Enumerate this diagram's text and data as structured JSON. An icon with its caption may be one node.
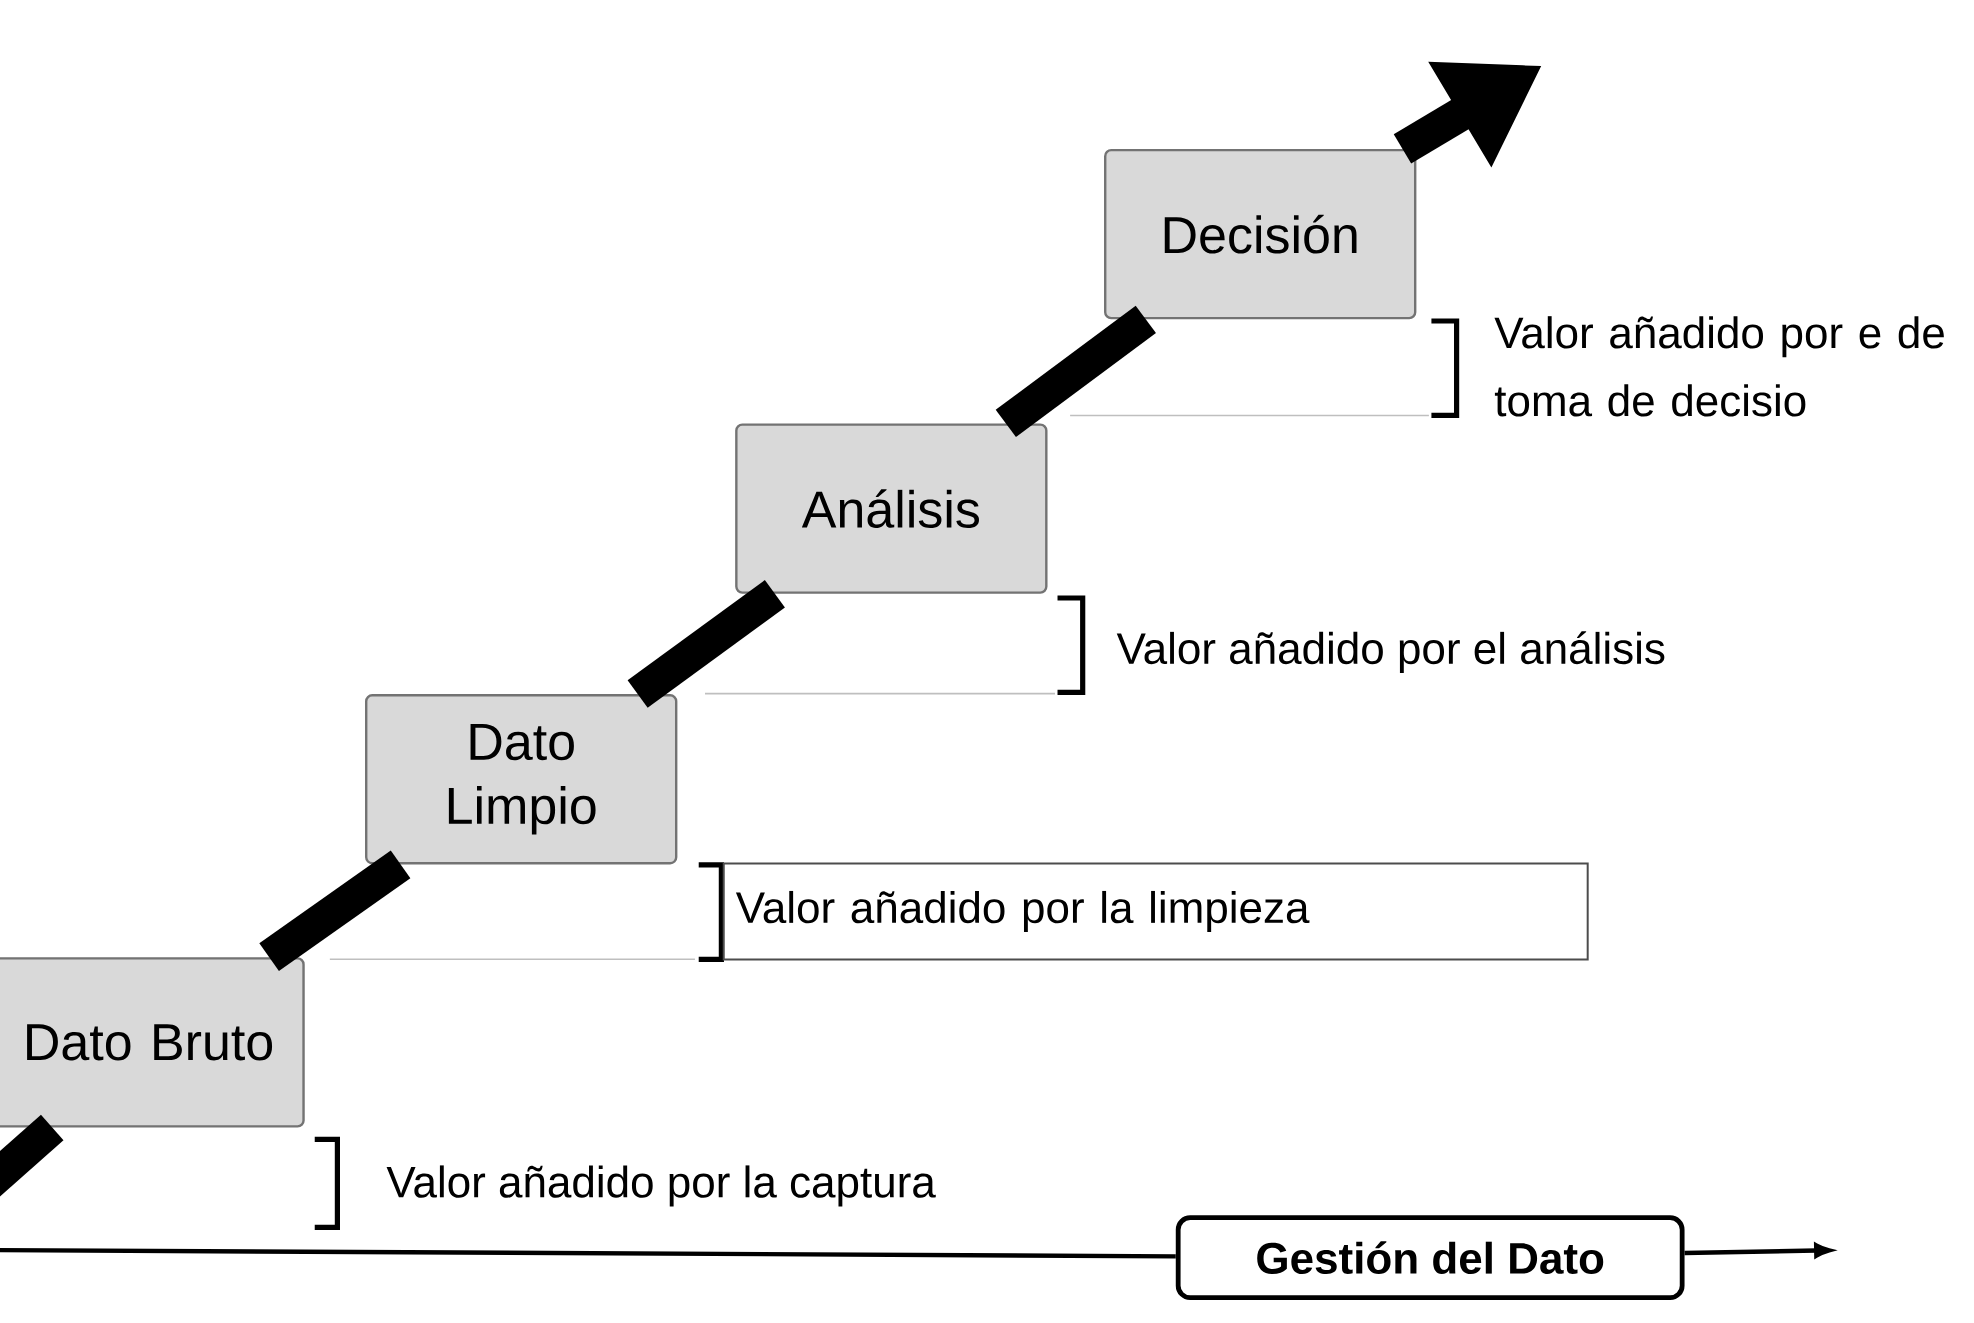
{
  "diagram": {
    "nodes": [
      {
        "text": [
          "Dato Bruto"
        ]
      },
      {
        "text": [
          "Dato Limpio"
        ]
      },
      {
        "text": [
          "Análisis"
        ]
      },
      {
        "text": [
          "Decisión"
        ]
      },
      {
        "text": [
          "Gestión del Dato"
        ]
      },
      {
        "text": [
          "Valor añadido por la limpieza"
        ]
      }
    ],
    "edges": [
      {
        "from": null,
        "to": 0,
        "arrow": "none"
      },
      {
        "from": 0,
        "to": 1,
        "arrow": "none"
      },
      {
        "from": 1,
        "to": 2,
        "arrow": "none"
      },
      {
        "from": 2,
        "to": 3,
        "arrow": "none"
      },
      {
        "from": 3,
        "to": null,
        "arrow": "to"
      },
      {
        "from": null,
        "to": 4,
        "arrow": "none"
      },
      {
        "from": 4,
        "to": null,
        "arrow": "to"
      }
    ],
    "labels": [
      "Valor añadido por e de toma de decisio",
      "Valor añadido por el análisis",
      "Valor añadido por la captura"
    ]
  }
}
